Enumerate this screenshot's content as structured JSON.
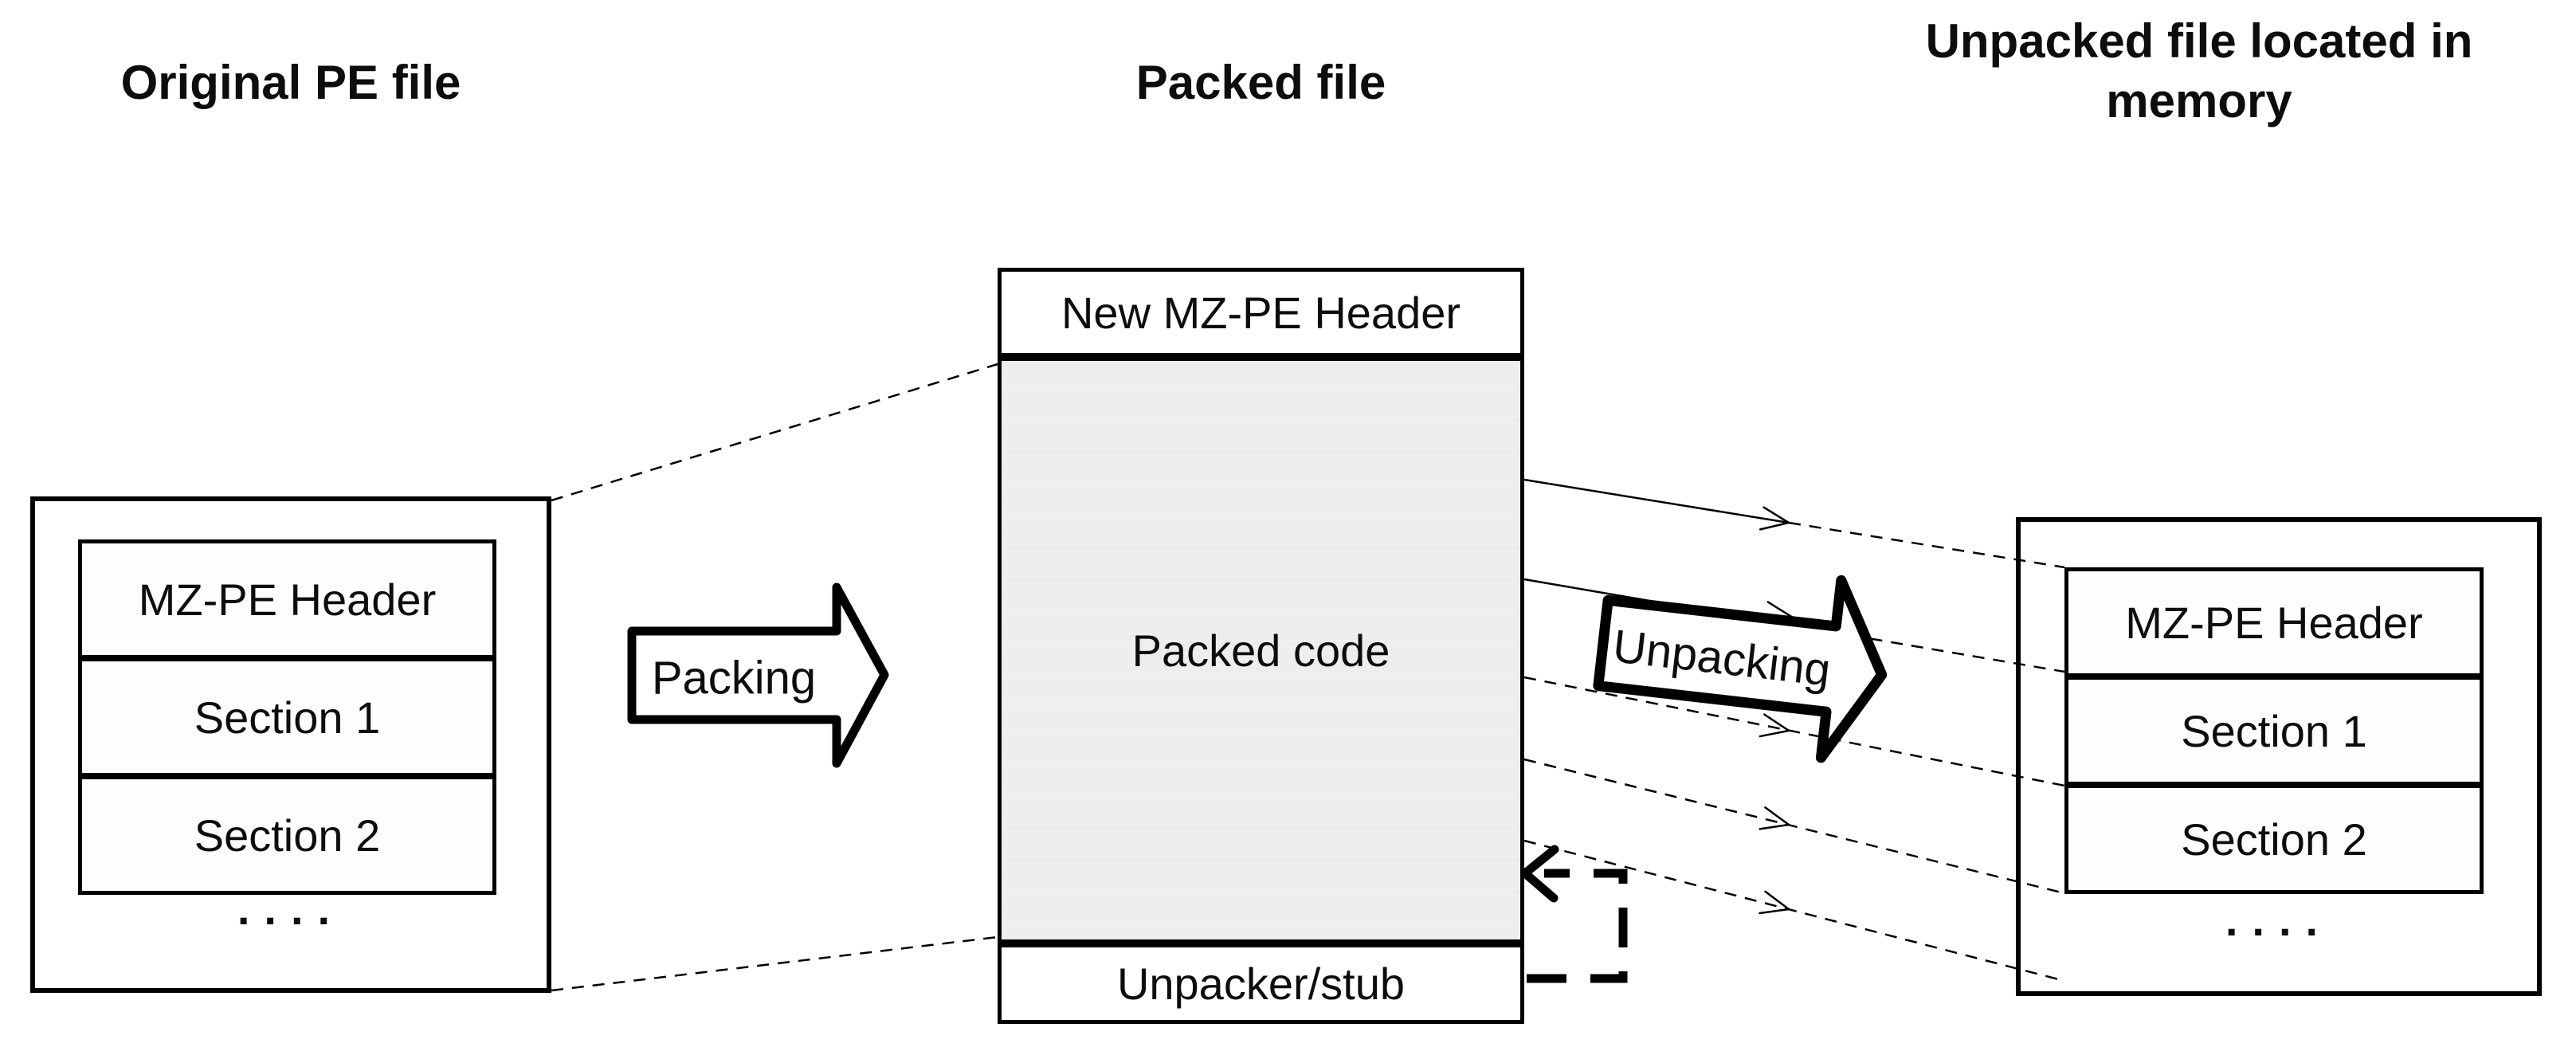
{
  "titles": {
    "left": "Original PE file",
    "middle": "Packed file",
    "right": "Unpacked file located in memory"
  },
  "left_box": {
    "rows": [
      "MZ-PE Header",
      "Section 1",
      "Section 2"
    ],
    "ellipsis": "...."
  },
  "middle_box": {
    "header": "New MZ-PE Header",
    "body_label": "Packed code",
    "footer": "Unpacker/stub"
  },
  "right_box": {
    "rows": [
      "MZ-PE Header",
      "Section 1",
      "Section 2"
    ],
    "ellipsis": "...."
  },
  "arrows": {
    "packing_label": "Packing",
    "unpacking_label": "Unpacking"
  },
  "colors": {
    "stroke": "#000000",
    "packed_code_bg": "#ededed",
    "background": "#ffffff"
  }
}
